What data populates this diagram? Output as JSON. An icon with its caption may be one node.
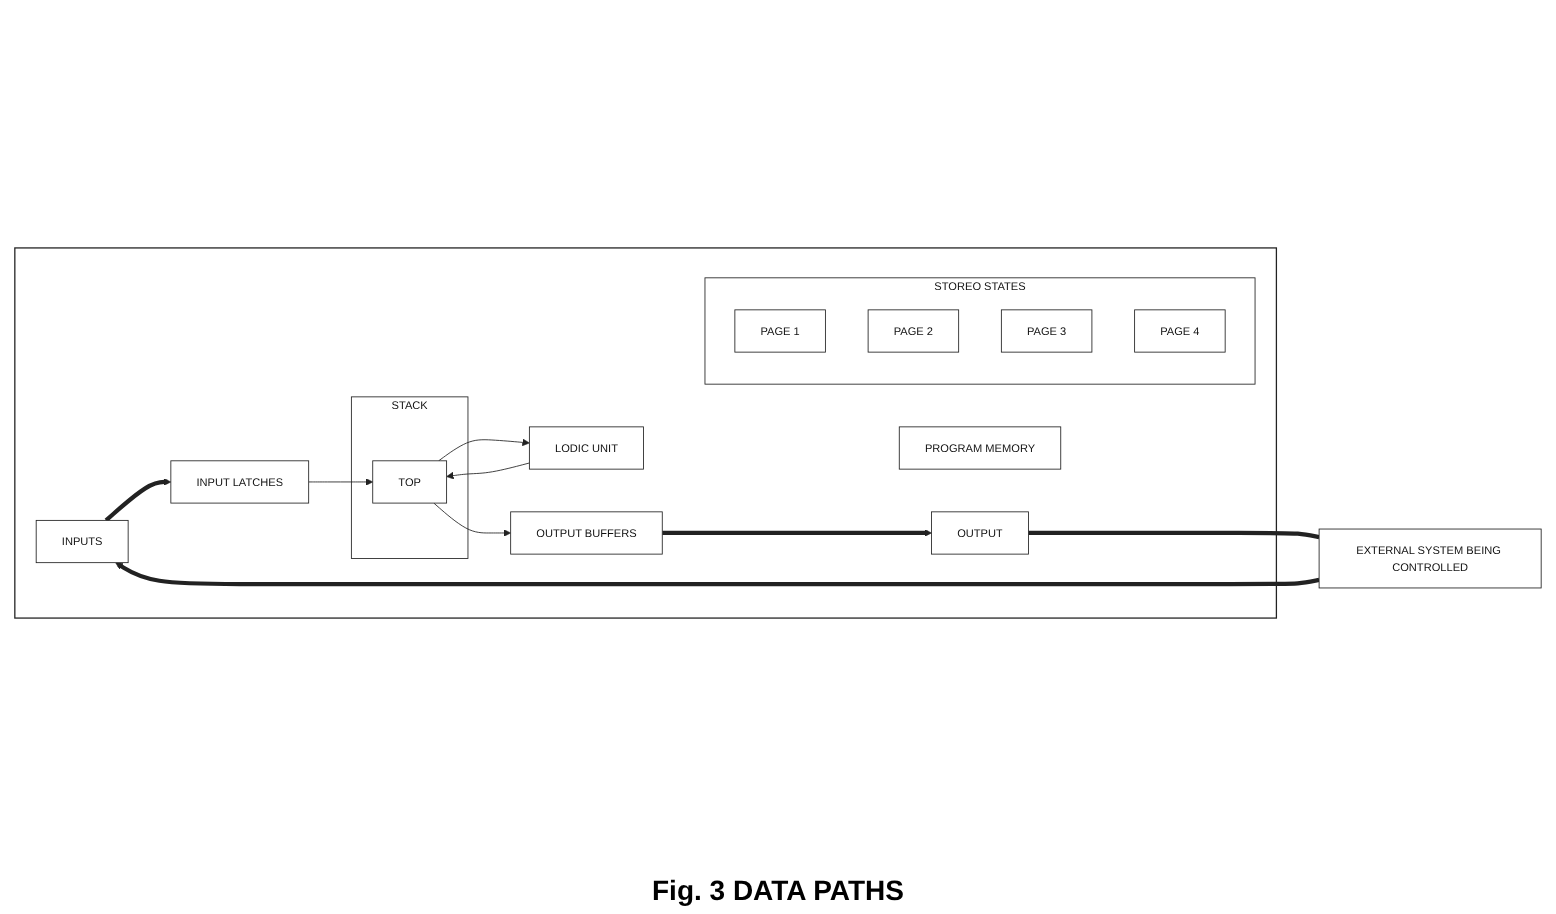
{
  "diagram": {
    "caption": "Fig. 3 DATA PATHS",
    "nodes": [
      {
        "text": [],
        "shape": "box"
      },
      {
        "text": [
          "PROGRAM MEMORY"
        ],
        "in": 0
      },
      {
        "text": [
          "INPUTS"
        ],
        "in": 0
      },
      {
        "text": [
          "INPUT LATCHES"
        ],
        "in": 0
      },
      {
        "text": [
          "LODIC UNIT"
        ],
        "in": 0
      },
      {
        "text": [
          "STACK"
        ],
        "in": 0
      },
      {
        "text": [
          "TOP"
        ],
        "in": 5
      },
      {
        "text": [
          "OUTPUT BUFFERS"
        ],
        "in": 0
      },
      {
        "text": [
          "OUTPUT"
        ],
        "in": 0
      },
      {
        "text": [
          "STOREO STATES"
        ],
        "in": 0
      },
      {
        "text": [
          "PAGE 1"
        ],
        "in": 9
      },
      {
        "text": [
          "PAGE 2"
        ],
        "in": 9
      },
      {
        "text": [
          "PAGE 3"
        ],
        "in": 9
      },
      {
        "text": [
          "PAGE 4"
        ],
        "in": 9
      },
      {
        "text": [
          "EXTERNAL SYSTEM BEING CONTROLLED"
        ]
      }
    ],
    "edges": [
      {
        "from": 14,
        "to": 2,
        "arrow": "to",
        "style": "thick"
      },
      {
        "from": 2,
        "to": 3,
        "arrow": "to",
        "style": "thick"
      },
      {
        "from": 3,
        "to": 6,
        "arrow": "to"
      },
      {
        "from": 6,
        "to": 4,
        "arrow": "to"
      },
      {
        "from": 4,
        "to": 6,
        "arrow": "to"
      },
      {
        "from": 6,
        "to": 7,
        "arrow": "to"
      },
      {
        "from": 7,
        "to": 8,
        "arrow": "to",
        "style": "thick"
      },
      {
        "from": 8,
        "to": 14,
        "arrow": "none",
        "style": "thick"
      }
    ]
  }
}
